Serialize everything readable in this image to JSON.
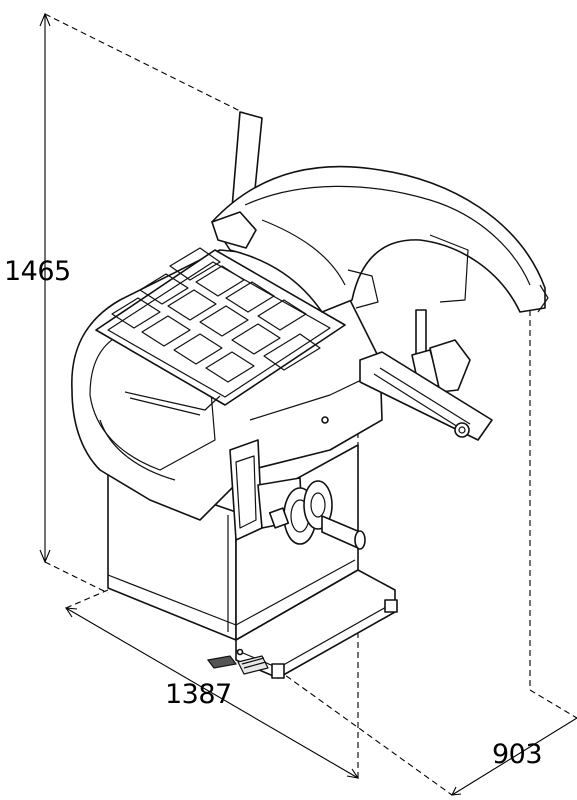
{
  "dimensions": {
    "height": "1465",
    "width": "1387",
    "depth": "903"
  }
}
